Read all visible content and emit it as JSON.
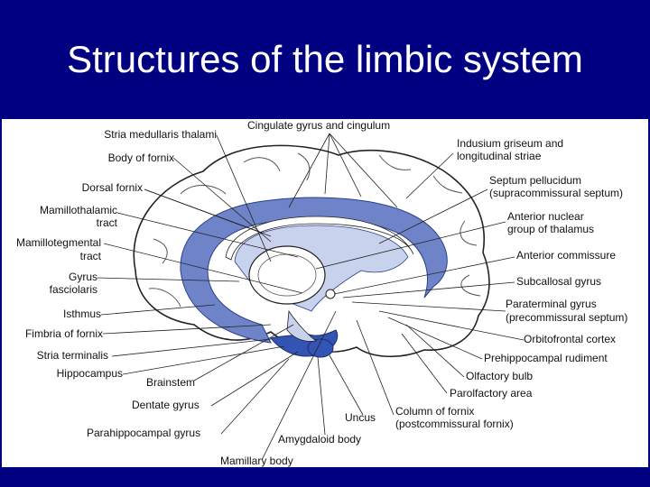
{
  "slide": {
    "title": "Structures of the limbic system"
  },
  "colors": {
    "background": "#000080",
    "title_text": "#ffffff",
    "limbic_blue": "#6f84c8",
    "light_blue": "#c9d2ec",
    "deep_blue": "#3454b4"
  },
  "diagram": {
    "labels": {
      "stria_medullaris": "Stria medullaris thalami",
      "cingulate": "Cingulate gyrus and cingulum",
      "body_fornix": "Body of fornix",
      "indusium_1": "Indusium griseum and",
      "indusium_2": "longitudinal striae",
      "dorsal_fornix": "Dorsal fornix",
      "septum_1": "Septum pellucidum",
      "septum_2": "(supracommissural septum)",
      "mamillothalamic_1": "Mamillothalamic",
      "mamillothalamic_2": "tract",
      "anterior_nuclear_1": "Anterior nuclear",
      "anterior_nuclear_2": "group of thalamus",
      "mamillotegmental_1": "Mamillotegmental",
      "mamillotegmental_2": "tract",
      "anterior_commissure": "Anterior commissure",
      "gyrus_fasciolaris_1": "Gyrus",
      "gyrus_fasciolaris_2": "fasciolaris",
      "subcallosal": "Subcallosal gyrus",
      "isthmus": "Isthmus",
      "paraterminal_1": "Paraterminal gyrus",
      "paraterminal_2": "(precommissural septum)",
      "fimbria": "Fimbria of fornix",
      "orbitofrontal": "Orbitofrontal cortex",
      "stria_terminalis": "Stria terminalis",
      "prehippocampal": "Prehippocampal rudiment",
      "hippocampus": "Hippocampus",
      "olfactory_bulb": "Olfactory bulb",
      "brainstem": "Brainstem",
      "parolfactory": "Parolfactory area",
      "dentate": "Dentate gyrus",
      "column_fornix_1": "Column of fornix",
      "column_fornix_2": "(postcommissural fornix)",
      "uncus": "Uncus",
      "parahippocampal": "Parahippocampal gyrus",
      "amygdaloid": "Amygdaloid body",
      "mamillary": "Mamillary body"
    }
  }
}
